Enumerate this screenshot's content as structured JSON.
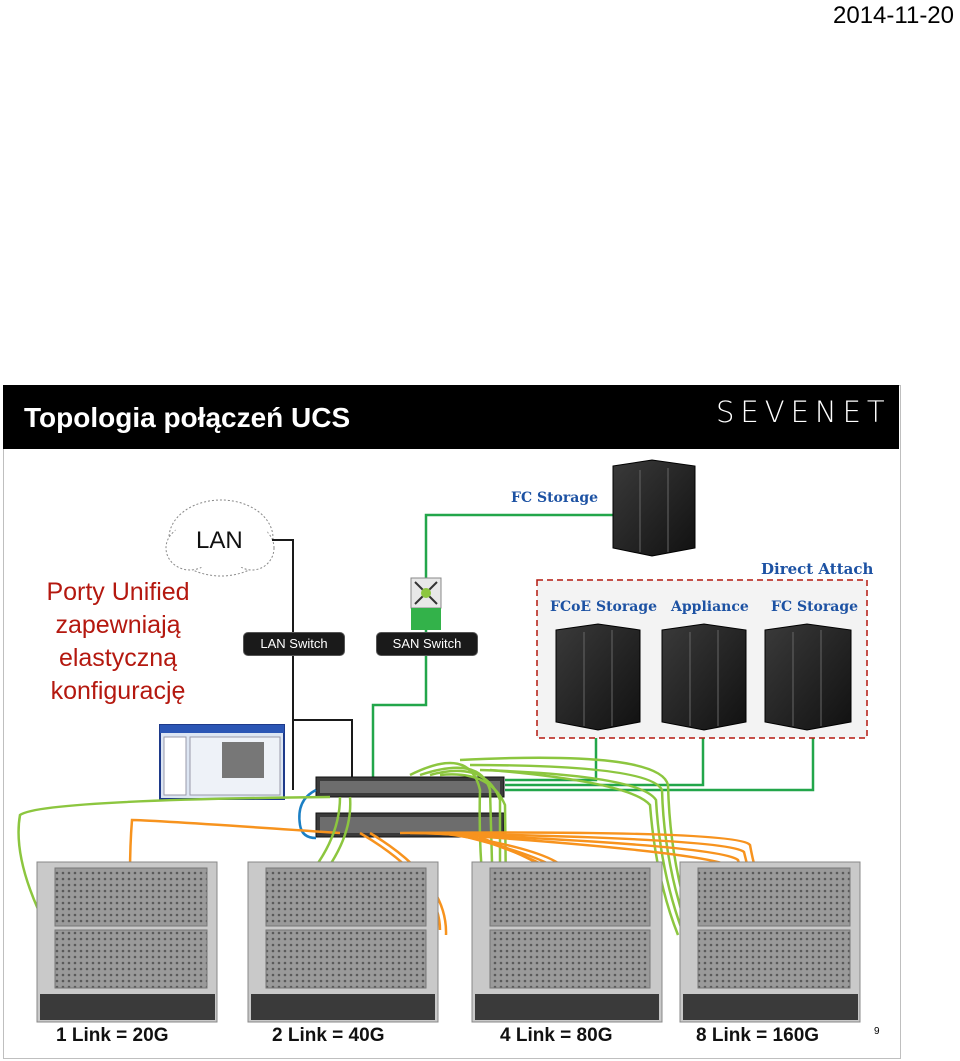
{
  "header": {
    "date": "2014-11-20"
  },
  "slide": {
    "title": "Topologia połączeń UCS",
    "logo": "SEVENET",
    "side_text": [
      "Porty Unified",
      "zapewniają",
      "elastyczną",
      "konfigurację"
    ],
    "page_number": "9"
  },
  "diagram": {
    "lan_cloud": "LAN",
    "lan_switch": "LAN Switch",
    "san_switch": "SAN Switch",
    "fc_storage_top": "FC Storage",
    "direct_attach_title": "Direct Attach",
    "storage_labels": [
      "FCoE Storage",
      "Appliance",
      "FC Storage"
    ],
    "link_labels": [
      "1 Link = 20G",
      "2 Link = 40G",
      "4 Link = 80G",
      "8 Link = 160G"
    ],
    "colors": {
      "lan_line": "#1a1a1a",
      "san_line": "#22a64a",
      "lime_cable": "#8cc63f",
      "orange_cable": "#f7931e",
      "blue_cable": "#1b7fc4",
      "accent_red": "#b4180f",
      "label_blue": "#1d52a3"
    }
  }
}
